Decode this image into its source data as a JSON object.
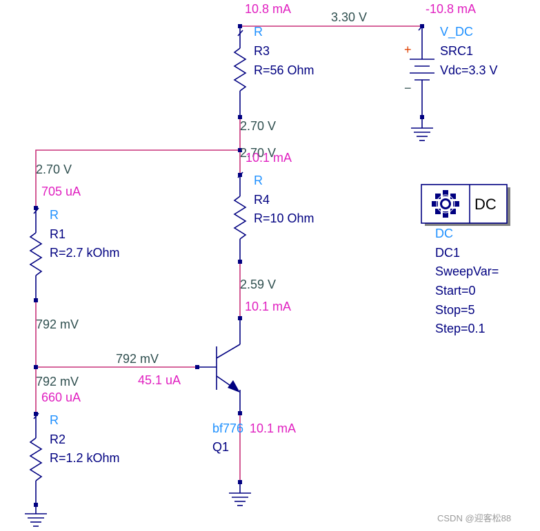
{
  "node_voltages": {
    "src_node": "3.30 V",
    "r3_bottom": "2.70 V",
    "junction": "2.70 V",
    "r1_top": "2.70 V",
    "collector": "2.59 V",
    "r1_bottom": "792 mV",
    "base_wire": "792 mV",
    "r2_top": "792 mV"
  },
  "branch_currents": {
    "r3_in": "10.8 mA",
    "src_neg": "-10.8 mA",
    "r4_in": "10.1 mA",
    "r1_in": "705 uA",
    "collector": "10.1 mA",
    "base": "45.1 uA",
    "r2_in": "660 uA",
    "emitter": "10.1 mA"
  },
  "components": {
    "R3": {
      "type": "R",
      "name": "R3",
      "value": "R=56 Ohm"
    },
    "R4": {
      "type": "R",
      "name": "R4",
      "value": "R=10 Ohm"
    },
    "R1": {
      "type": "R",
      "name": "R1",
      "value": "R=2.7 kOhm"
    },
    "R2": {
      "type": "R",
      "name": "R2",
      "value": "R=1.2 kOhm"
    },
    "SRC1": {
      "type": "V_DC",
      "name": "SRC1",
      "value": "Vdc=3.3 V",
      "plus": "+",
      "minus": "−"
    },
    "Q1": {
      "model": "bf776",
      "name": "Q1"
    },
    "DC1": {
      "box_label": "DC",
      "type": "DC",
      "name": "DC1",
      "params": [
        "SweepVar=",
        "Start=0",
        "Stop=5",
        "Step=0.1"
      ]
    }
  },
  "watermark": "CSDN @迎客松88",
  "colors": {
    "wire": "#c8327a",
    "voltage_label": "#2f4f4f",
    "current_label": "#e020c0",
    "component_type": "#1e90ff",
    "component_text": "#000080"
  },
  "icons": [
    "ground-icon",
    "resistor-icon",
    "battery-icon",
    "npn-transistor-icon",
    "dc-simulation-icon"
  ]
}
